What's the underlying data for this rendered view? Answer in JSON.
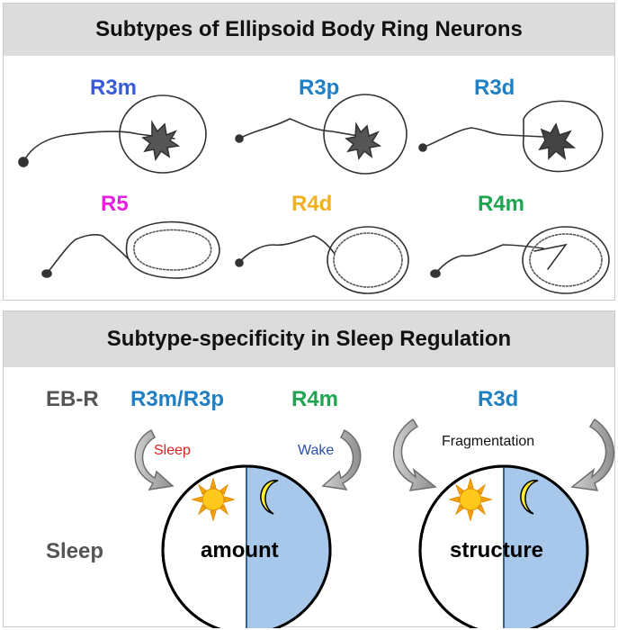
{
  "top": {
    "title": "Subtypes of Ellipsoid Body Ring Neurons",
    "neurons": [
      {
        "label": "R3m",
        "color": "#3a5bd9"
      },
      {
        "label": "R3p",
        "color": "#1f7fc4"
      },
      {
        "label": "R3d",
        "color": "#1f7fc4"
      },
      {
        "label": "R5",
        "color": "#e81fe0"
      },
      {
        "label": "R4d",
        "color": "#f2b01e"
      },
      {
        "label": "R4m",
        "color": "#1fa552"
      }
    ]
  },
  "bottom": {
    "title": "Subtype-specificity in Sleep Regulation",
    "ebr_label": "EB-R",
    "sleep_label": "Sleep",
    "group1": {
      "label": "R3m/R3p",
      "color": "#1f7fc4"
    },
    "group2": {
      "label": "R4m",
      "color": "#1fa552"
    },
    "group3": {
      "label": "R3d",
      "color": "#1f7fc4"
    },
    "arrow_sleep": "Sleep",
    "arrow_wake": "Wake",
    "arrow_frag": "Fragmentation",
    "circle1_text": "amount",
    "circle2_text": "structure"
  }
}
